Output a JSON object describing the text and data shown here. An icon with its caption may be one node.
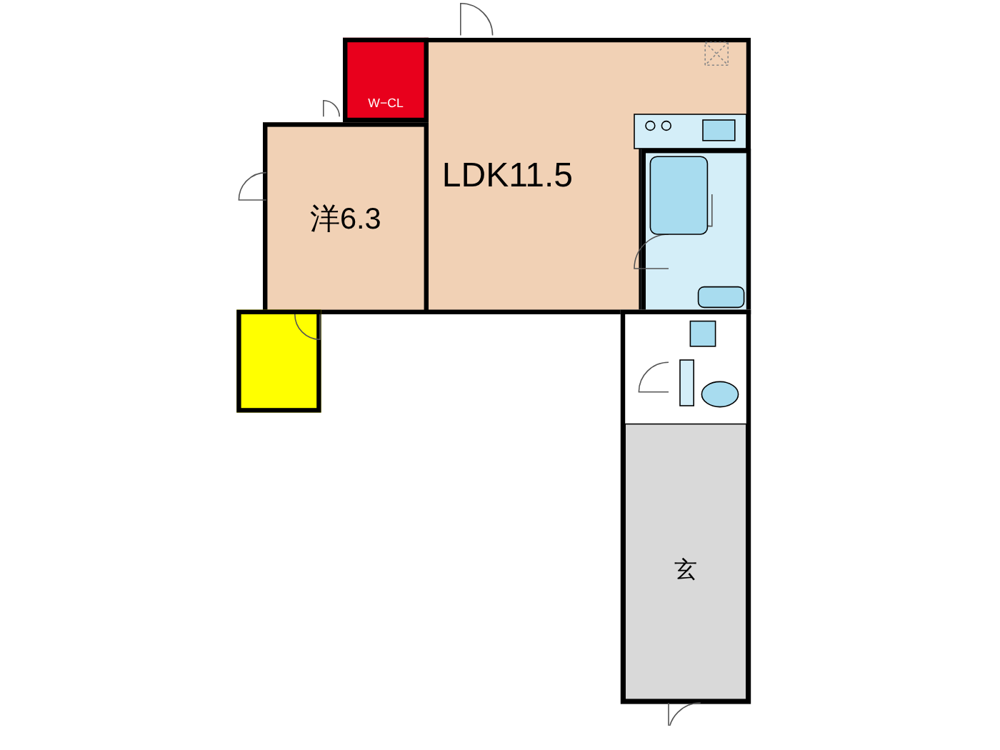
{
  "diagram": {
    "nodes": [
      {
        "text": [
          "W−CL"
        ]
      },
      {
        "text": [
          "LDK11.5"
        ]
      },
      {
        "text": [
          "洋6.3"
        ]
      },
      {
        "text": [],
        "shape": "box"
      },
      {
        "text": [],
        "shape": "box"
      },
      {
        "text": [
          "玄"
        ]
      }
    ]
  }
}
